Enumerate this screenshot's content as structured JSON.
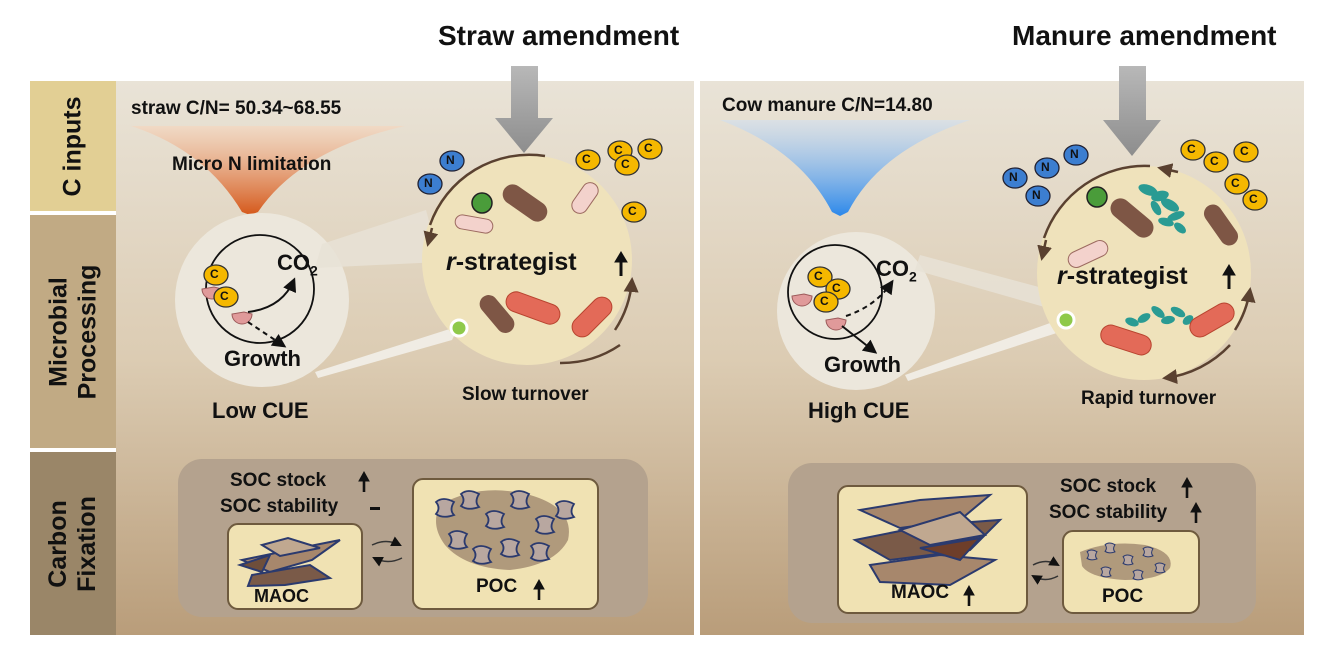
{
  "left_panel": {
    "heading": "Straw amendment",
    "cn_ratio": "straw C/N= 50.34~68.55",
    "limitation": "Micro N limitation",
    "strategist_r": "r",
    "strategist_rest": "-strategist",
    "co2": "CO",
    "co2_sub": "2",
    "growth": "Growth",
    "cue": "Low CUE",
    "turnover": "Slow turnover",
    "soc_stock": "SOC stock",
    "soc_stability": "SOC stability",
    "maoc": "MAOC",
    "poc": "POC",
    "c_label": "C",
    "n_label": "N"
  },
  "right_panel": {
    "heading": "Manure amendment",
    "cn_ratio": "Cow manure C/N=14.80",
    "strategist_r": "r",
    "strategist_rest": "-strategist",
    "co2": "CO",
    "co2_sub": "2",
    "growth": "Growth",
    "cue": "High CUE",
    "turnover": "Rapid turnover",
    "soc_stock": "SOC stock",
    "soc_stability": "SOC stability",
    "maoc": "MAOC",
    "poc": "POC",
    "c_label": "C",
    "n_label": "N"
  },
  "row_labels": {
    "c_inputs": "C inputs",
    "microbial_1": "Microbial",
    "microbial_2": "Processing",
    "carbon_1": "Carbon",
    "carbon_2": "Fixation"
  },
  "colors": {
    "c_inputs_band": "#e2cf94",
    "microbial_band": "#c1aa84",
    "carbon_band": "#9a8668",
    "straw_funnel": "#dd6a24",
    "manure_funnel": "#3a8ee6",
    "carbon_badge": "#f5b800",
    "nitrogen_badge": "#3c7ed0",
    "bacteria_red": "#e36a58",
    "bacteria_brown": "#7e5645",
    "teal_cluster": "#2a9b93"
  }
}
